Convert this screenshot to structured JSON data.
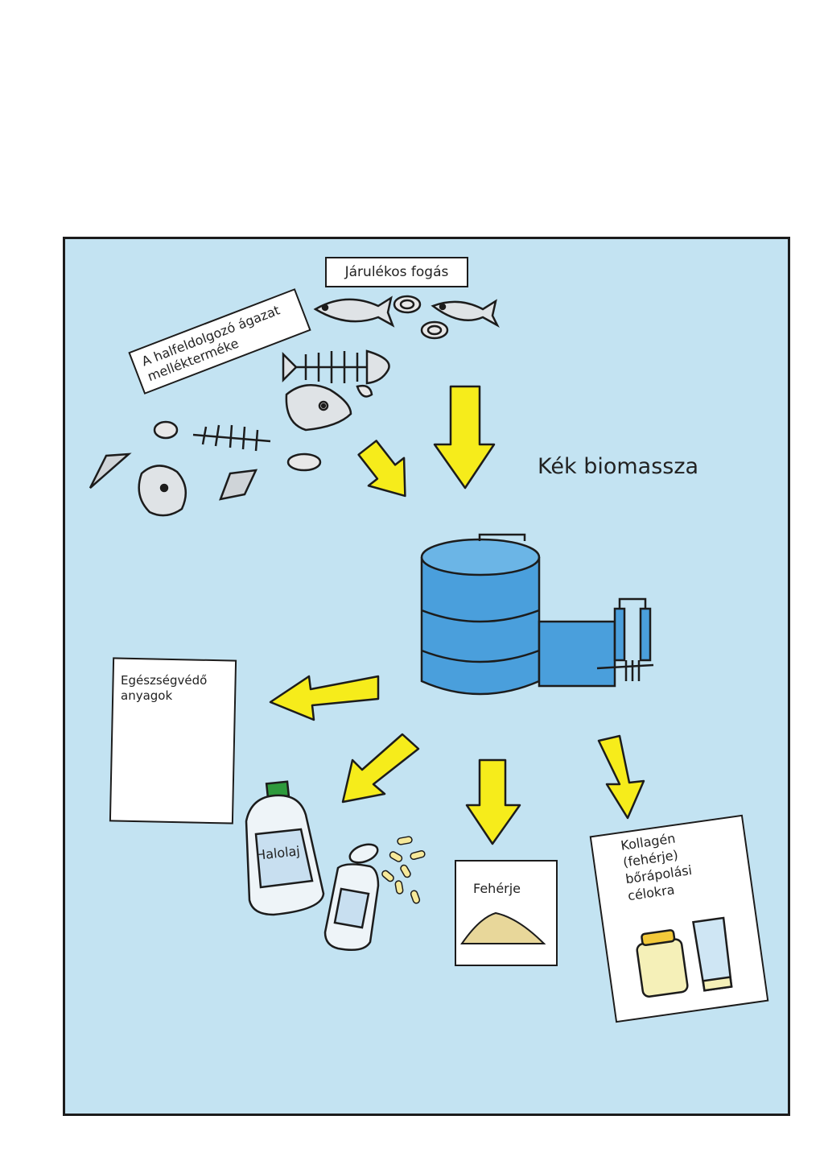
{
  "labels": {
    "bycatch": "Járulékos fogás",
    "byproduct_line1": "A halfeldolgozó ágazat",
    "byproduct_line2": "mellékterméke",
    "blue_biomass": "Kék biomassza",
    "health_line1": "Egészségvédő",
    "health_line2": "anyagok",
    "fish_oil": "Halolaj",
    "protein": "Fehérje",
    "collagen_line1": "Kollagén",
    "collagen_line2": "(fehérje)",
    "collagen_line3": "bőrápolási",
    "collagen_line4": "célokra"
  },
  "colors": {
    "background_panel": "#c3e3f2",
    "arrow_yellow": "#f6ec1b",
    "tank_blue": "#4a9fdc",
    "outline": "#1c1c1c",
    "heart_green": "#3ba84a",
    "bottle_cap_green": "#2e9a3c"
  },
  "icons": [
    "fish-icon",
    "fish-skeleton-icon",
    "fish-head-icon",
    "shell-icon",
    "heart-icon",
    "bottle-icon",
    "capsule-icon",
    "tank-icon"
  ]
}
